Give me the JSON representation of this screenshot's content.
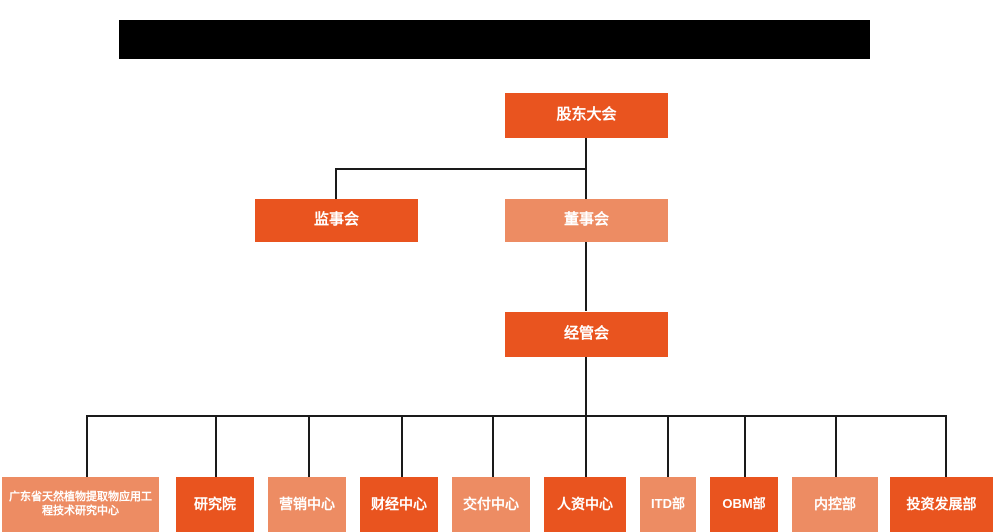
{
  "header": {
    "redacted_bar": "",
    "note": "redacted-title-bar"
  },
  "colors": {
    "accent_dark": "#E9541F",
    "accent_light": "#ED8C63",
    "line": "#1a1a1a",
    "background": "#ffffff",
    "redaction": "#000000"
  },
  "chart_data": {
    "type": "diagram",
    "diagram_type": "organization-chart",
    "title": "",
    "levels": [
      {
        "level": 1,
        "nodes": [
          {
            "id": "shareholders",
            "label": "股东大会",
            "tone": "dark"
          }
        ]
      },
      {
        "level": 2,
        "nodes": [
          {
            "id": "supervisors",
            "label": "监事会",
            "tone": "dark"
          },
          {
            "id": "board",
            "label": "董事会",
            "tone": "light"
          }
        ]
      },
      {
        "level": 3,
        "nodes": [
          {
            "id": "management",
            "label": "经管会",
            "tone": "dark"
          }
        ]
      },
      {
        "level": 4,
        "nodes": [
          {
            "id": "eng-center",
            "label": "广东省天然植物提取物应用工程技术研究中心",
            "tone": "light"
          },
          {
            "id": "research-institute",
            "label": "研究院",
            "tone": "dark"
          },
          {
            "id": "marketing-center",
            "label": "营销中心",
            "tone": "light"
          },
          {
            "id": "finance-center",
            "label": "财经中心",
            "tone": "dark"
          },
          {
            "id": "delivery-center",
            "label": "交付中心",
            "tone": "light"
          },
          {
            "id": "hr-center",
            "label": "人资中心",
            "tone": "dark"
          },
          {
            "id": "itd-dept",
            "label": "ITD部",
            "tone": "light"
          },
          {
            "id": "obm-dept",
            "label": "OBM部",
            "tone": "dark"
          },
          {
            "id": "internal-control-dept",
            "label": "内控部",
            "tone": "light"
          },
          {
            "id": "investment-dev-dept",
            "label": "投资发展部",
            "tone": "dark"
          }
        ]
      }
    ],
    "edges": [
      {
        "from": "shareholders",
        "to": "supervisors"
      },
      {
        "from": "shareholders",
        "to": "board"
      },
      {
        "from": "board",
        "to": "management"
      },
      {
        "from": "management",
        "to": "eng-center"
      },
      {
        "from": "management",
        "to": "research-institute"
      },
      {
        "from": "management",
        "to": "marketing-center"
      },
      {
        "from": "management",
        "to": "finance-center"
      },
      {
        "from": "management",
        "to": "delivery-center"
      },
      {
        "from": "management",
        "to": "hr-center"
      },
      {
        "from": "management",
        "to": "itd-dept"
      },
      {
        "from": "management",
        "to": "obm-dept"
      },
      {
        "from": "management",
        "to": "internal-control-dept"
      },
      {
        "from": "management",
        "to": "investment-dev-dept"
      }
    ]
  }
}
